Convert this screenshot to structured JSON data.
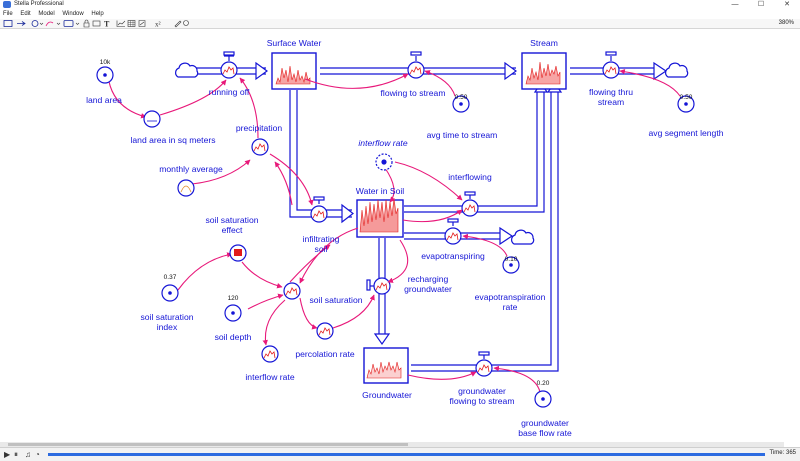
{
  "window": {
    "title": "Stella Professional",
    "minimize": "—",
    "maximize": "☐",
    "close": "✕"
  },
  "menu": [
    "File",
    "Edit",
    "Model",
    "Window",
    "Help"
  ],
  "toolbar": {
    "zoom": "380%"
  },
  "colors": {
    "ink": "#1515d6",
    "connector": "#e8197a",
    "graph": "#e21b1b",
    "stock_fill": "#fde6e6"
  },
  "stocks": {
    "surface_water": "Surface Water",
    "stream": "Stream",
    "water_in_soil": "Water in Soil",
    "groundwater": "Groundwater"
  },
  "flows": {
    "running_off": "running off",
    "flowing_to_stream": "flowing to stream",
    "flowing_thru_stream": "flowing thru\nstream",
    "interflowing": "interflowing",
    "infiltrating_soil": "infiltrating\nsoil",
    "evapotranspiring": "evapotranspiring",
    "recharging_groundwater": "recharging\ngroundwater",
    "groundwater_flowing": "groundwater\nflowing to stream"
  },
  "converters": {
    "land_area": "land area",
    "land_area_sq": "land area in sq meters",
    "precipitation": "precipitation",
    "monthly_average": "monthly average",
    "avg_time_to_stream": "avg time to stream",
    "avg_segment_length": "avg segment length",
    "interflow_rate_ghost": "interflow rate",
    "soil_saturation_effect": "soil saturation\neffect",
    "soil_saturation_index": "soil saturation\nindex",
    "soil_depth": "soil depth",
    "soil_saturation": "soil saturation",
    "percolation_rate": "percolation rate",
    "interflow_rate": "interflow rate",
    "evapotranspiration_rate": "evapotranspiration\nrate",
    "groundwater_base_flow_rate": "groundwater\nbase flow rate"
  },
  "values": {
    "land_area": "10k",
    "avg_time_to_stream": "0.50",
    "avg_segment_length": "0.50",
    "soil_saturation_index": "0.37",
    "soil_depth": "120",
    "evapotranspiration_rate": "0.10",
    "groundwater_base_flow_rate": "0.20"
  },
  "status": {
    "time": "Time: 365",
    "progress": 1.0
  }
}
